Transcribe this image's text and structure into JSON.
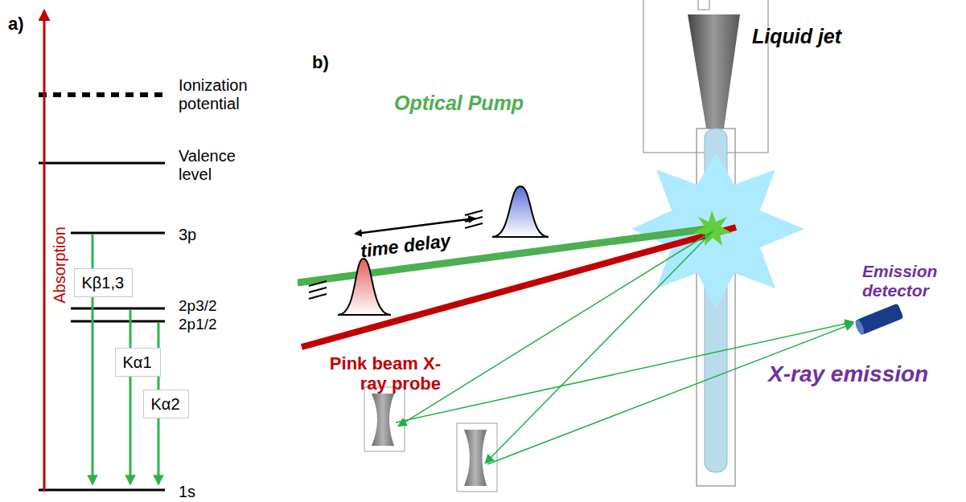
{
  "diagram": {
    "nodes": [
      {
        "text": [
          "Kβ1,3"
        ]
      },
      {
        "text": [
          "Kα1"
        ]
      },
      {
        "text": [
          "Kα2"
        ]
      }
    ],
    "labels": [
      "a)",
      "Ionization potential",
      "Valence level",
      "3p",
      "2p3/2",
      "2p1/2",
      "1s",
      "Absorption",
      "b)",
      "Liquid jet",
      "Optical Pump",
      "time delay",
      "Pink beam X-ray probe",
      "Emission detector",
      "X-ray emission"
    ]
  }
}
